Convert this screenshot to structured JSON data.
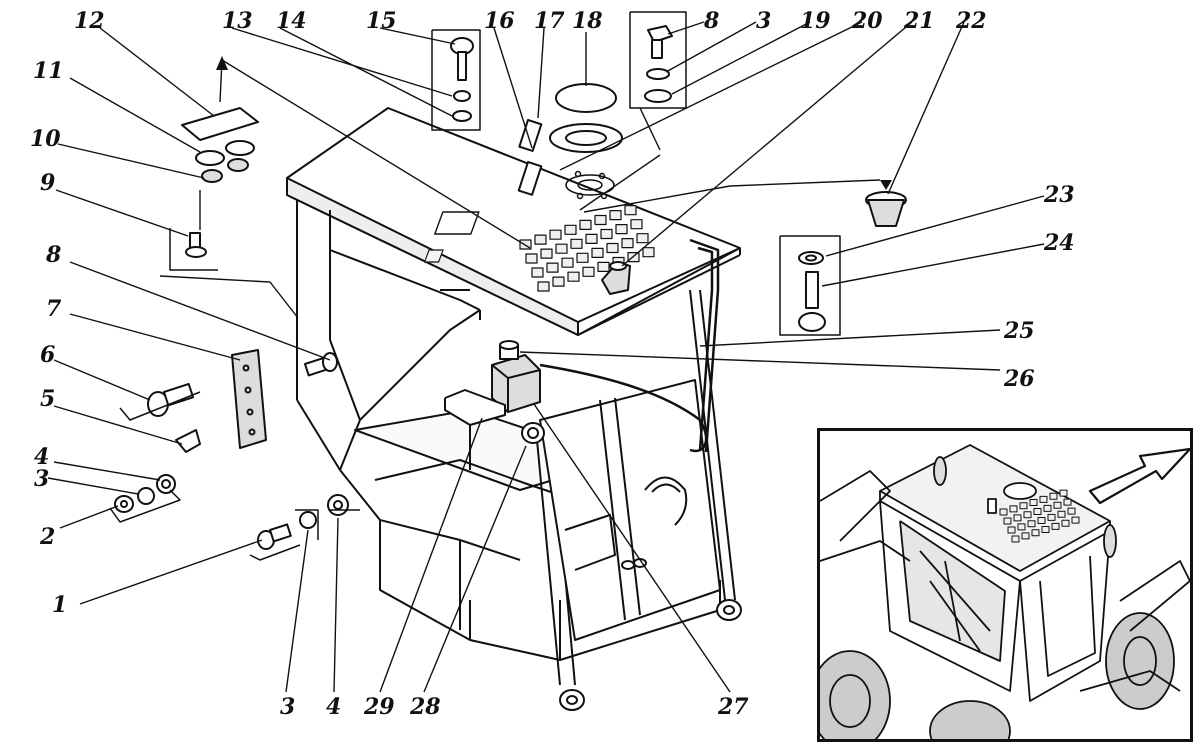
{
  "callouts": {
    "c1": "1",
    "c2": "2",
    "c3a": "3",
    "c3b": "3",
    "c3c": "3",
    "c4a": "4",
    "c4b": "4",
    "c5": "5",
    "c6": "6",
    "c7": "7",
    "c8a": "8",
    "c8b": "8",
    "c9": "9",
    "c10": "10",
    "c11": "11",
    "c12": "12",
    "c13": "13",
    "c14": "14",
    "c15": "15",
    "c16": "16",
    "c17": "17",
    "c18": "18",
    "c19": "19",
    "c20": "20",
    "c21": "21",
    "c22": "22",
    "c23": "23",
    "c24": "24",
    "c25": "25",
    "c26": "26",
    "c27": "27",
    "c28": "28",
    "c29": "29"
  },
  "colors": {
    "ink": "#111111",
    "paper": "#ffffff",
    "shade": "#d8d8d8"
  }
}
